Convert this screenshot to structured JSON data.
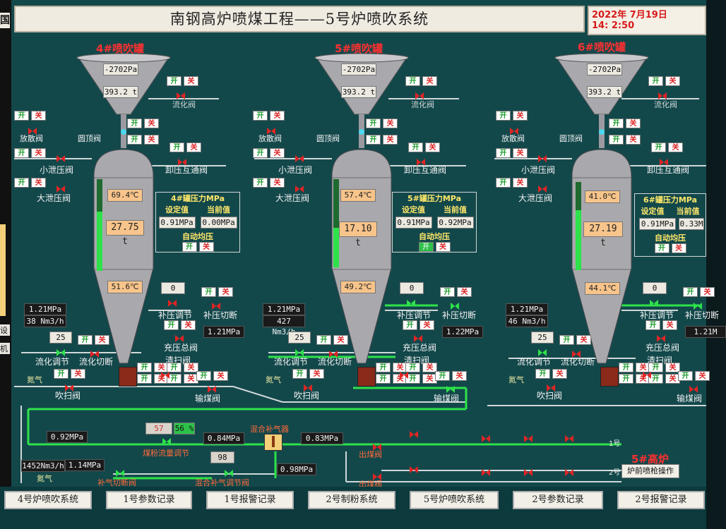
{
  "header": {
    "title": "南钢高炉喷煤工程——5号炉喷吹系统"
  },
  "clock": {
    "date": "2022年 7月19日",
    "time": "14: 2:50"
  },
  "switch": {
    "on": "开",
    "off": "关"
  },
  "tanks": [
    {
      "title": "4#喷吹罐",
      "top_pressure": "-2702Pa",
      "top_weight": "393.2 t",
      "temp1": "69.4℃",
      "weight": "27.75 t",
      "temp2": "51.6℃",
      "fill": 0.65,
      "panel": {
        "title": "4#罐压力MPa",
        "set_label": "设定值",
        "cur_label": "当前值",
        "set": "0.91MPa",
        "cur": "0.00MPa",
        "auto": "自动均压"
      },
      "adj_val": "0",
      "flow_top": "1.21MPa",
      "flow_bottom": "38 Nm3/h",
      "press_small": "1.21MPa",
      "fluid_val": "25"
    },
    {
      "title": "5#喷吹罐",
      "top_pressure": "-2702Pa",
      "top_weight": "393.2 t",
      "temp1": "57.4℃",
      "weight": "17.10 t",
      "temp2": "49.2℃",
      "fill": 0.45,
      "panel": {
        "title": "5#罐压力MPa",
        "set_label": "设定值",
        "cur_label": "当前值",
        "set": "0.91MPa",
        "cur": "0.92MPa",
        "auto": "自动均压"
      },
      "adj_val": "0",
      "flow_top": "1.21MPa",
      "flow_bottom": "427 Nm3/h",
      "press_small": "1.22MPa",
      "fluid_val": "25"
    },
    {
      "title": "6#喷吹罐",
      "top_pressure": "-2702Pa",
      "top_weight": "393.2 t",
      "temp1": "41.0℃",
      "weight": "27.19 t",
      "temp2": "44.1℃",
      "fill": 0.68,
      "panel": {
        "title": "6#罐压力MPa",
        "set_label": "设定值",
        "cur_label": "当前值",
        "set": "0.91MPa",
        "cur": "0.33M",
        "auto": "自动均压"
      },
      "adj_val": "0",
      "flow_top": "1.21MPa",
      "flow_bottom": "46 Nm3/h",
      "press_small": "1.21M",
      "fluid_val": "25"
    }
  ],
  "labels": {
    "fluidize_valve": "流化阀",
    "vent_valve": "放散阀",
    "top_valve": "圆顶阀",
    "small_release": "小泄压阀",
    "big_release": "大泄压阀",
    "release_conn": "卸压互通阀",
    "pressure_adj": "补压调节",
    "pressure_cut": "补压切断",
    "charge_valve": "充压总阀",
    "fluid_adj": "流化调节",
    "fluid_cut": "流化切断",
    "clean_valve": "清扫阀",
    "blow_valve": "吹扫阀",
    "coal_valve": "输煤阀",
    "nitrogen": "氮气",
    "coal_flow_adj": "煤粉流量调节",
    "mixer": "混合补气器",
    "outlet": "出煤阀",
    "air_cut": "补气切断阀",
    "mix_air_adj": "混合补气调节阀",
    "air": "氮气",
    "line1": "1号",
    "line2": "2号",
    "furnace": "5#高炉",
    "furnace_btn": "炉前喷枪操作"
  },
  "main_line": {
    "p1": "0.92MPa",
    "p2": "0.84MPa",
    "p3": "0.83MPa",
    "coal_rate": "57",
    "coal_pct": "56 %",
    "flow": "1452Nm3/h",
    "p4": "1.14MPa",
    "mix_val": "98",
    "p5": "0.98MPa"
  },
  "sidebar": {
    "settings": "设",
    "machine": "机",
    "logo": "国"
  },
  "nav": [
    "4号炉喷吹系统",
    "1号参数记录",
    "1号报警记录",
    "2号制粉系统",
    "5号炉喷吹系统",
    "2号参数记录",
    "2号报警记录"
  ]
}
